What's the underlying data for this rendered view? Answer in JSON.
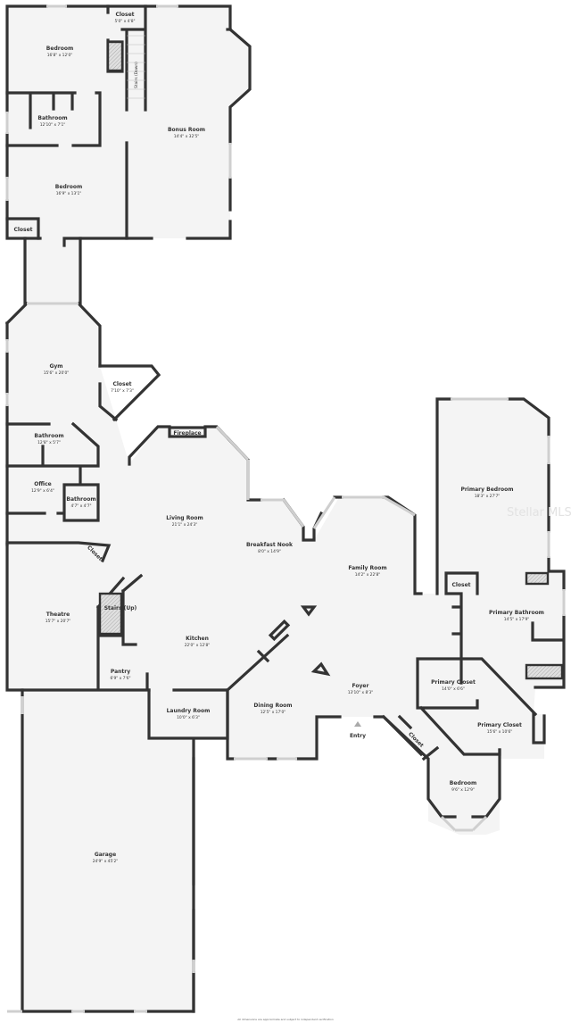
{
  "rooms": {
    "bedroom_upper1": {
      "name": "Bedroom",
      "dim": "16'8\" x 12'0\""
    },
    "closet_upper": {
      "name": "Closet",
      "dim": "5'0\" x 4'8\""
    },
    "stairs_down": {
      "name": "Stairs (Down)"
    },
    "bathroom_upper": {
      "name": "Bathroom",
      "dim": "12'10\" x 7'1\""
    },
    "bonus_room": {
      "name": "Bonus Room",
      "dim": "14'4\" x 32'5\""
    },
    "bedroom_upper2": {
      "name": "Bedroom",
      "dim": "16'9\" x 13'1\""
    },
    "closet_upper2": {
      "name": "Closet"
    },
    "gym": {
      "name": "Gym",
      "dim": "15'6\" x 20'0\""
    },
    "closet_gym": {
      "name": "Closet",
      "dim": "7'10\" x 7'3\""
    },
    "bathroom_main1": {
      "name": "Bathroom",
      "dim": "12'8\" x 5'7\""
    },
    "office": {
      "name": "Office",
      "dim": "12'9\" x 6'4\""
    },
    "bathroom_main2": {
      "name": "Bathroom",
      "dim": "4'7\" x 4'7\""
    },
    "fireplace": {
      "name": "Fireplace"
    },
    "living_room": {
      "name": "Living Room",
      "dim": "21'1\" x 24'3\""
    },
    "breakfast_nook": {
      "name": "Breakfast Nook",
      "dim": "8'0\" x 14'9\""
    },
    "family_room": {
      "name": "Family Room",
      "dim": "14'2\" x 22'8\""
    },
    "primary_bedroom": {
      "name": "Primary Bedroom",
      "dim": "18'3\" x 27'7\""
    },
    "closet_primary": {
      "name": "Closet"
    },
    "primary_bathroom": {
      "name": "Primary Bathroom",
      "dim": "14'5\" x 17'9\""
    },
    "closet_theatre": {
      "name": "Closet"
    },
    "stairs_up": {
      "name": "Stairs (Up)"
    },
    "theatre": {
      "name": "Theatre",
      "dim": "15'7\" x 20'7\""
    },
    "kitchen": {
      "name": "Kitchen",
      "dim": "22'0\" x 12'8\""
    },
    "pantry": {
      "name": "Pantry",
      "dim": "6'9\" x 7'6\""
    },
    "laundry_room": {
      "name": "Laundry Room",
      "dim": "10'0\" x 6'3\""
    },
    "dining_room": {
      "name": "Dining Room",
      "dim": "12'5\" x 17'0\""
    },
    "foyer": {
      "name": "Foyer",
      "dim": "13'10\" x 8'3\""
    },
    "entry": {
      "name": "Entry"
    },
    "primary_closet1": {
      "name": "Primary Closet",
      "dim": "14'0\" x 6'6\""
    },
    "primary_closet2": {
      "name": "Primary Closet",
      "dim": "15'6\" x 10'6\""
    },
    "closet_entry": {
      "name": "Closet"
    },
    "bedroom_main": {
      "name": "Bedroom",
      "dim": "9'6\" x 12'9\""
    },
    "garage": {
      "name": "Garage",
      "dim": "24'9\" x 45'2\""
    }
  },
  "watermark": "Stellar MLS",
  "footer": "All dimensions are approximate and subject to independent verification",
  "colors": {
    "wall": "#333333",
    "floor": "#f4f4f4",
    "window": "#cfcfcf"
  }
}
